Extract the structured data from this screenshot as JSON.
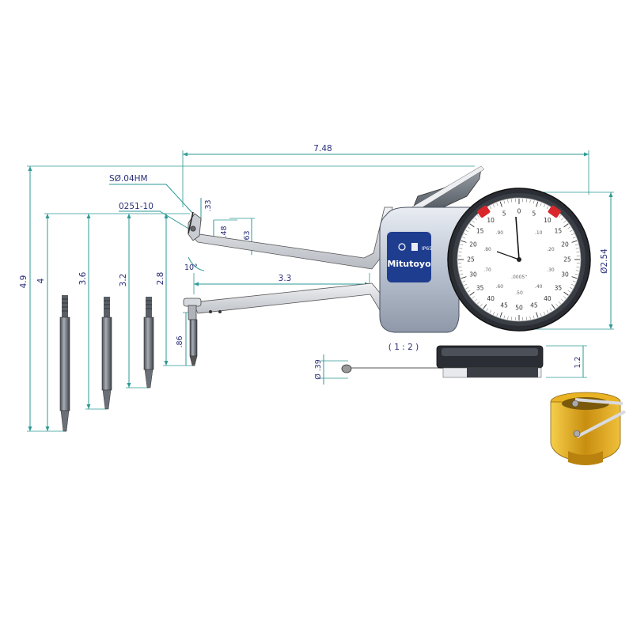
{
  "dimensions": {
    "overall_length": "7.48",
    "overall_height": "4.9",
    "probe_4": "4",
    "probe_36": "3.6",
    "probe_32": "3.2",
    "probe_28": "2.8",
    "ball_label": "SØ.04HM",
    "part_label": "0251-10",
    "tip_33": ".33",
    "tip_48": ".48",
    "tip_63": ".63",
    "angle": "10°",
    "jaw_reach": "3.3",
    "lower_tip": ".86",
    "dial_dia": "Ø2.54",
    "scale": "( 1 : 2 )",
    "wire_dia": "Ø .39",
    "body_thickness": "1.2"
  },
  "gauge": {
    "brand": "Mitutoyo",
    "ip_rating": "IP65",
    "dial_units": ".0005\"",
    "outer_numbers": [
      "0",
      "5",
      "10",
      "15",
      "20",
      "25",
      "30",
      "35",
      "40",
      "45",
      "50",
      "45",
      "40",
      "35",
      "30",
      "25",
      "20",
      "15",
      "10",
      "5"
    ],
    "inner_numbers": [
      ".10",
      ".20",
      ".30",
      ".40",
      ".50",
      ".60",
      ".70",
      ".80",
      ".90"
    ]
  },
  "colors": {
    "dimension_line": "#2d9a94",
    "dimension_text": "#2a2f7a",
    "gauge_body": "#c7cfdc",
    "badge": "#1f3d8f",
    "limit_marker": "#d9262b",
    "ring_gold": "#d7a419"
  },
  "icons": [
    "gear-icon",
    "ring-gauge-icon"
  ]
}
